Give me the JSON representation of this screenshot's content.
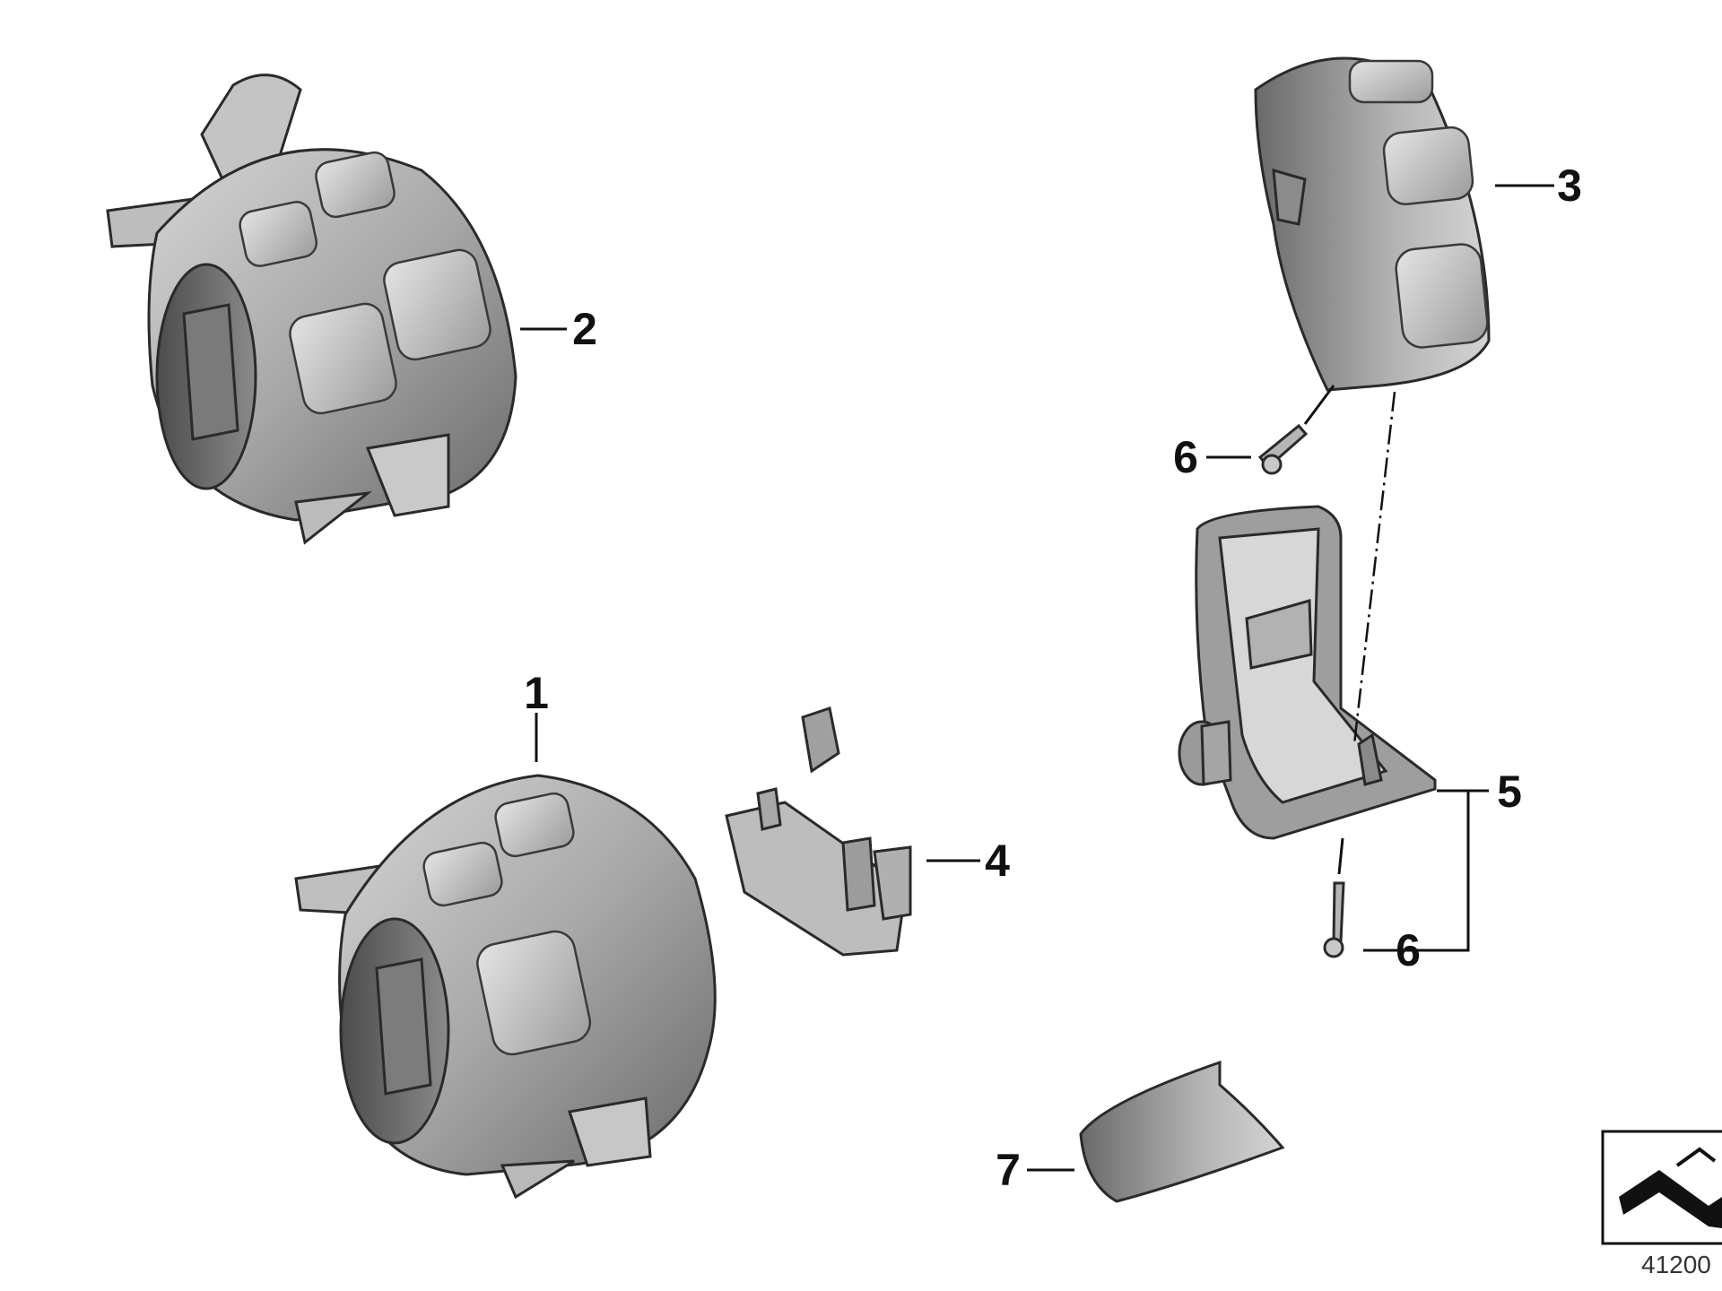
{
  "callouts": {
    "c1": "1",
    "c2": "2",
    "c3": "3",
    "c4": "4",
    "c5": "5",
    "c6a": "6",
    "c6b": "6",
    "c7": "7"
  },
  "reference_number": "41200",
  "colors": {
    "part_light": "#c9c9c9",
    "part_mid": "#9a9a9a",
    "part_dark": "#5c5c5c",
    "line": "#111111"
  },
  "icons": {
    "orientation_symbol": "arrow-orientation-icon"
  }
}
